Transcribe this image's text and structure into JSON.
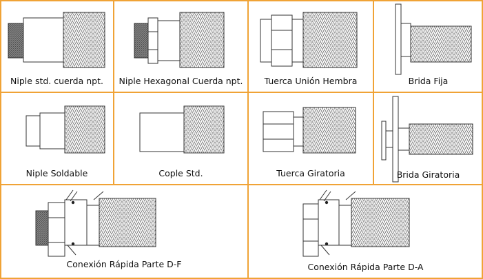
{
  "accent": "#f0a336",
  "fittings": [
    {
      "label": "Niple std. cuerda npt."
    },
    {
      "label": "Niple Hexagonal Cuerda npt."
    },
    {
      "label": "Tuerca Unión Hembra"
    },
    {
      "label": "Brida Fija"
    },
    {
      "label": "Niple Soldable"
    },
    {
      "label": "Cople Std."
    },
    {
      "label": "Tuerca Giratoria"
    },
    {
      "label": "Brida Giratoria"
    },
    {
      "label": "Conexión Rápida Parte D-F"
    },
    {
      "label": "Conexión Rápida Parte D-A"
    }
  ]
}
